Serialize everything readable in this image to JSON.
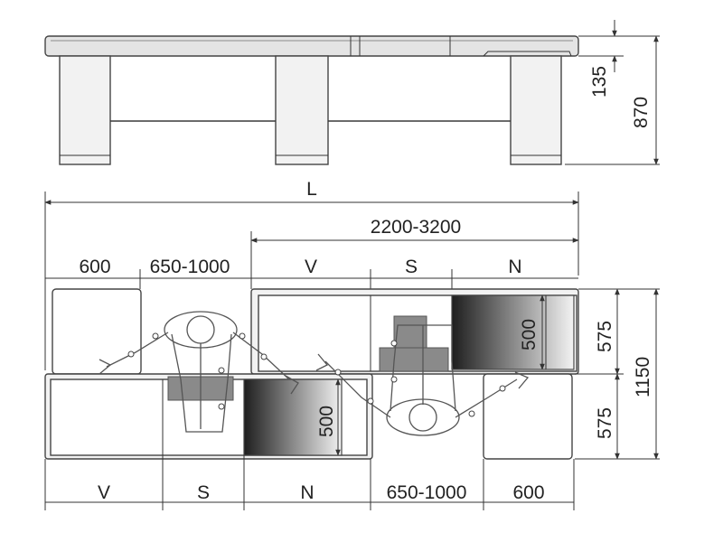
{
  "side_view": {
    "dim_top": "135",
    "dim_height": "870"
  },
  "plan_view": {
    "overall_length": "L",
    "upper_range": "2200-3200",
    "upper_sections": [
      "600",
      "650-1000",
      "V",
      "S",
      "N"
    ],
    "lower_sections": [
      "V",
      "S",
      "N",
      "650-1000",
      "600"
    ],
    "right_dims": [
      "575",
      "575"
    ],
    "total_depth": "1150",
    "drawer_upper": "500",
    "drawer_lower": "500"
  },
  "colors": {
    "line": "#3a3a3a",
    "panel_fill": "#f2f2f2",
    "gradient_dark": "#222222",
    "gradient_light": "#f5f5f5"
  }
}
